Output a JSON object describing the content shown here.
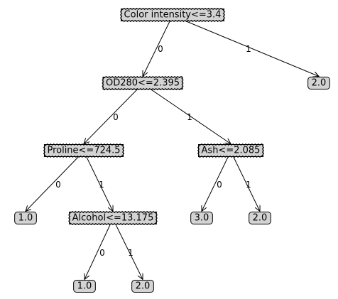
{
  "tree": {
    "nodes": [
      {
        "id": "n0",
        "kind": "decision",
        "label": "Color intensity<=3.4"
      },
      {
        "id": "n1",
        "kind": "decision",
        "label": "OD280<=2.395"
      },
      {
        "id": "n2",
        "kind": "leaf",
        "label": "2.0"
      },
      {
        "id": "n3",
        "kind": "decision",
        "label": "Proline<=724.5"
      },
      {
        "id": "n4",
        "kind": "decision",
        "label": "Ash<=2.085"
      },
      {
        "id": "n5",
        "kind": "leaf",
        "label": "1.0"
      },
      {
        "id": "n6",
        "kind": "decision",
        "label": "Alcohol<=13.175"
      },
      {
        "id": "n7",
        "kind": "leaf",
        "label": "3.0"
      },
      {
        "id": "n8",
        "kind": "leaf",
        "label": "2.0"
      },
      {
        "id": "n9",
        "kind": "leaf",
        "label": "1.0"
      },
      {
        "id": "n10",
        "kind": "leaf",
        "label": "2.0"
      }
    ],
    "edges": [
      {
        "from": "n0",
        "to": "n1",
        "label": "0"
      },
      {
        "from": "n0",
        "to": "n2",
        "label": "1"
      },
      {
        "from": "n1",
        "to": "n3",
        "label": "0"
      },
      {
        "from": "n1",
        "to": "n4",
        "label": "1"
      },
      {
        "from": "n3",
        "to": "n5",
        "label": "0"
      },
      {
        "from": "n3",
        "to": "n6",
        "label": "1"
      },
      {
        "from": "n4",
        "to": "n7",
        "label": "0"
      },
      {
        "from": "n4",
        "to": "n8",
        "label": "1"
      },
      {
        "from": "n6",
        "to": "n9",
        "label": "0"
      },
      {
        "from": "n6",
        "to": "n10",
        "label": "1"
      }
    ]
  }
}
